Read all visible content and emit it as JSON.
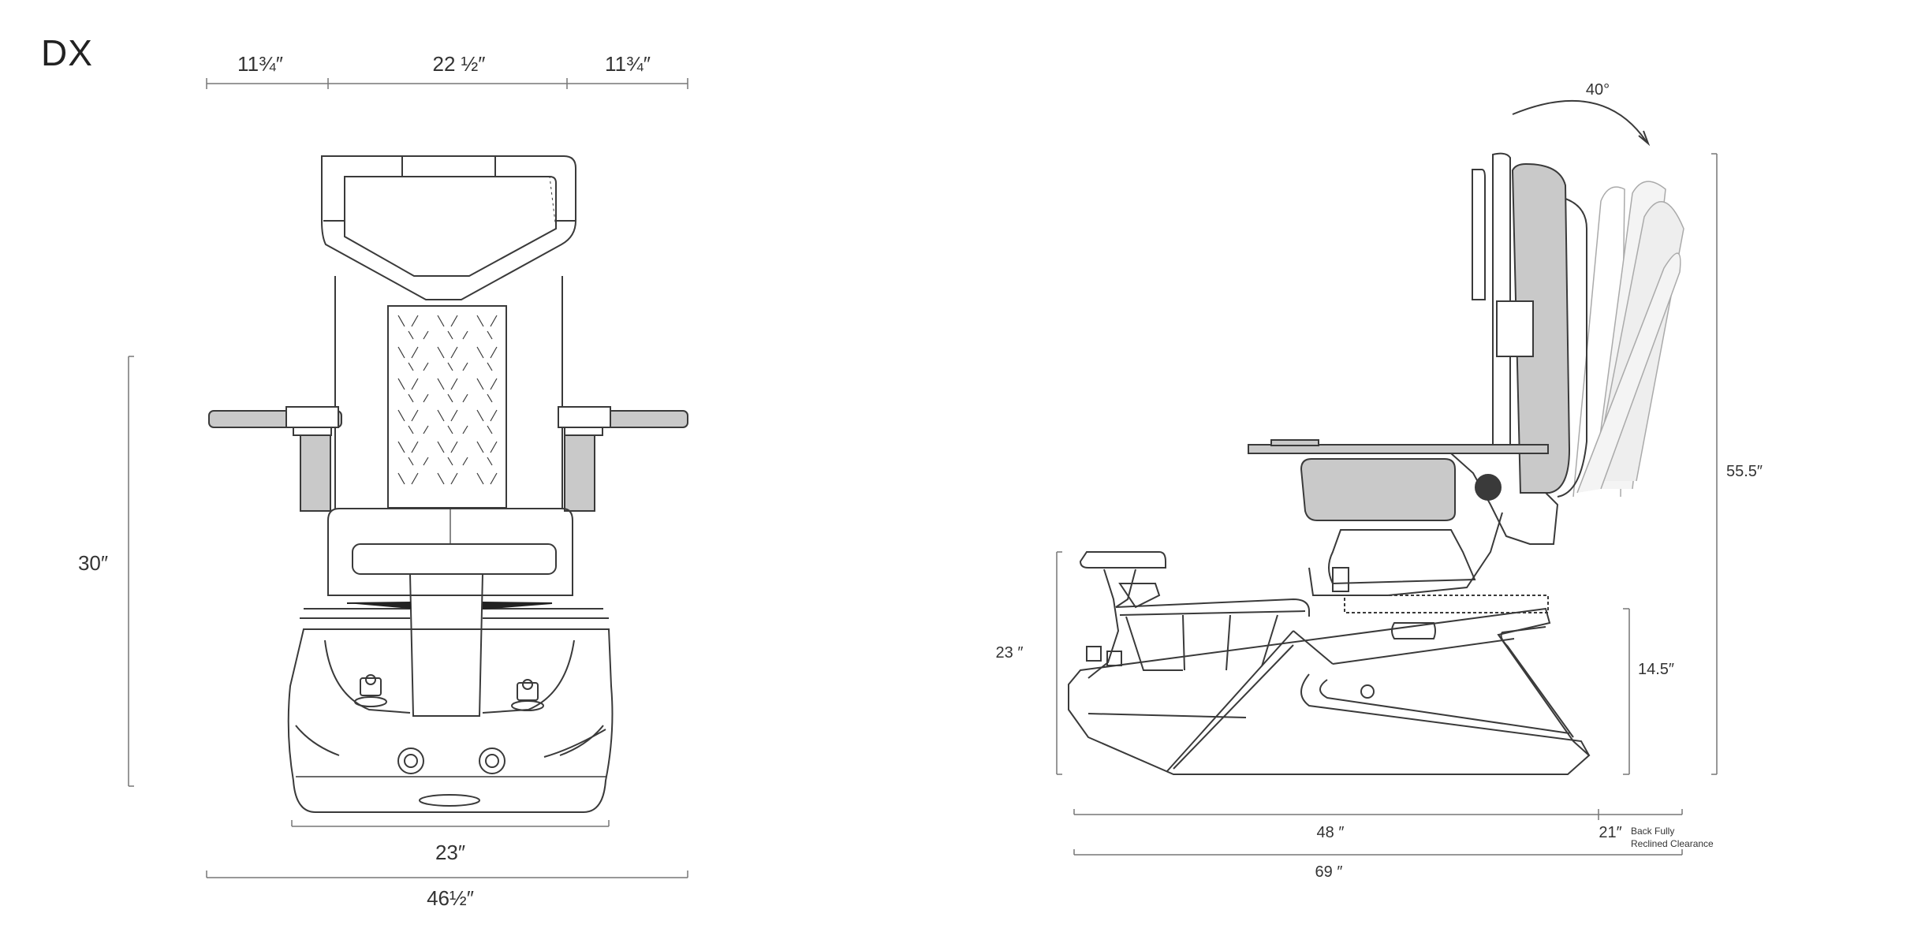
{
  "model": "DX",
  "front_view": {
    "dimensions": {
      "top_left": "11¾″",
      "top_center": "22 ½″",
      "top_right": "11¾″",
      "height": "30″",
      "base_width": "23″",
      "overall_width": "46½″"
    }
  },
  "side_view": {
    "recline_angle": "40°",
    "dimensions": {
      "overall_height": "55.5″",
      "basin_height": "23 ″",
      "seat_height": "14.5″",
      "length": "48 ″",
      "recline_clearance": "21″",
      "recline_clearance_note_line1": "Back Fully",
      "recline_clearance_note_line2": "Reclined Clearance",
      "overall_length": "69 ″"
    }
  },
  "colors": {
    "line": "#3a3a3a",
    "dim_line": "#777777",
    "fill_gray": "#c9c9c9",
    "fill_light": "#eeeeee"
  }
}
